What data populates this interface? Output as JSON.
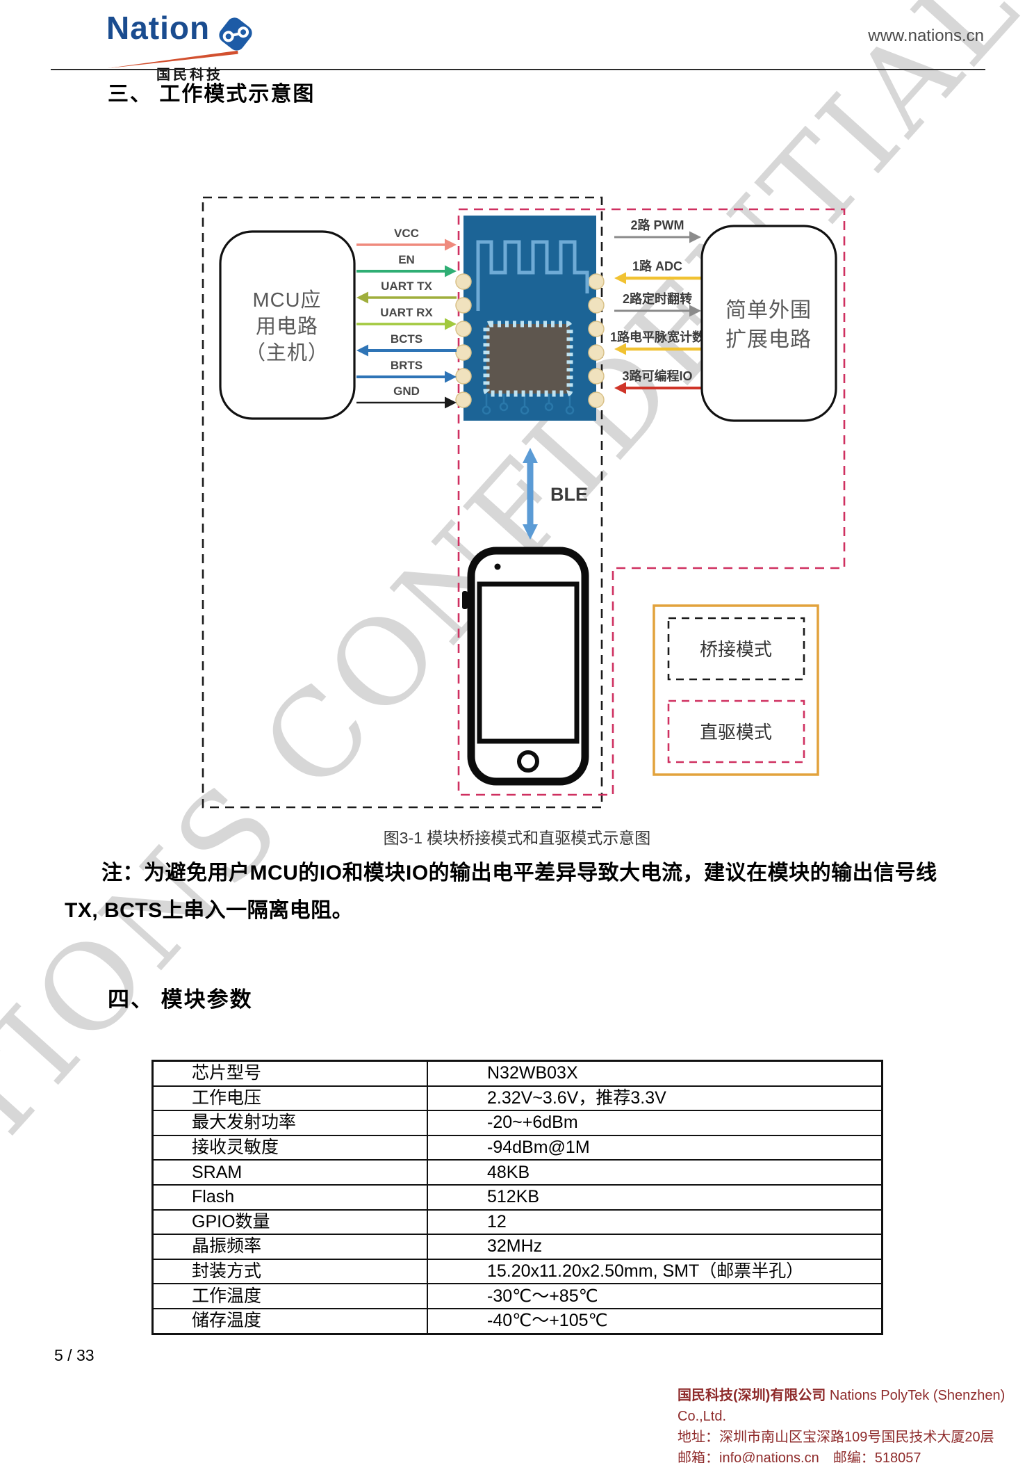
{
  "header": {
    "logo_text": "Nation",
    "logo_sub": "国民科技",
    "website": "www.nations.cn"
  },
  "sections": {
    "working_mode_title": "三、 工作模式示意图",
    "params_title": "四、 模块参数"
  },
  "diagram": {
    "mcu_box": {
      "line1": "MCU应",
      "line2": "用电路",
      "line3": "（主机）"
    },
    "peripheral_box": {
      "line1": "简单外围",
      "line2": "扩展电路"
    },
    "left_signals": [
      {
        "label": "VCC",
        "dir": "right",
        "color": "#ef8a7d",
        "thickness": 3.5
      },
      {
        "label": "EN",
        "dir": "right",
        "color": "#2fae74",
        "thickness": 4
      },
      {
        "label": "UART TX",
        "dir": "left",
        "color": "#9fae3c",
        "thickness": 3.5
      },
      {
        "label": "UART RX",
        "dir": "right",
        "color": "#a2c93e",
        "thickness": 3.5
      },
      {
        "label": "BCTS",
        "dir": "left",
        "color": "#2e74b6",
        "thickness": 4
      },
      {
        "label": "BRTS",
        "dir": "right",
        "color": "#2e74b6",
        "thickness": 4
      },
      {
        "label": "GND",
        "dir": "right",
        "color": "#1a1a1a",
        "thickness": 2.5
      }
    ],
    "right_signals": [
      {
        "label": "2路 PWM",
        "dir": "right",
        "color": "#8b8b8b",
        "thickness": 3
      },
      {
        "label": "1路 ADC",
        "dir": "left",
        "color": "#f1c232",
        "thickness": 4.5
      },
      {
        "label": "2路定时翻转",
        "dir": "right",
        "color": "#8b8b8b",
        "thickness": 3
      },
      {
        "label": "1路电平脉宽计数",
        "dir": "left",
        "color": "#f1c232",
        "thickness": 4.5
      },
      {
        "label": "3路可编程IO",
        "dir": "left",
        "color": "#cf3428",
        "thickness": 4
      }
    ],
    "ble_label": "BLE",
    "legend": {
      "bridge_label": "桥接模式",
      "direct_label": "直驱模式"
    },
    "colors": {
      "bridge_dash": "#1a1a1a",
      "direct_dash": "#cf3060",
      "legend_frame": "#e2a23c",
      "pcb": "#1c6496",
      "ble_arrow": "#5b9bd5"
    }
  },
  "caption": "图3-1 模块桥接模式和直驱模式示意图",
  "note": {
    "line1": "注：为避免用户MCU的IO和模块IO的输出电平差异导致大电流，建议在模块的输出信号线",
    "line2": "TX, BCTS上串入一隔离电阻。"
  },
  "table": {
    "rows": [
      {
        "param": "芯片型号",
        "value": "N32WB03X"
      },
      {
        "param": "工作电压",
        "value": "2.32V~3.6V，推荐3.3V"
      },
      {
        "param": "最大发射功率",
        "value": "-20~+6dBm"
      },
      {
        "param": "接收灵敏度",
        "value": "-94dBm@1M"
      },
      {
        "param": "SRAM",
        "value": "48KB"
      },
      {
        "param": "Flash",
        "value": "512KB"
      },
      {
        "param": "GPIO数量",
        "value": "12"
      },
      {
        "param": "晶振频率",
        "value": "32MHz"
      },
      {
        "param": "封装方式",
        "value": "15.20x11.20x2.50mm, SMT（邮票半孔）"
      },
      {
        "param": "工作温度",
        "value": "-30℃～+85℃"
      },
      {
        "param": "储存温度",
        "value": "-40℃～+105℃"
      }
    ]
  },
  "page_number": "5 / 33",
  "footer": {
    "company_cn": "国民科技(深圳)有限公司",
    "company_en": " Nations PolyTek (Shenzhen) Co.,Ltd.",
    "address": "地址：深圳市南山区宝深路109号国民技术大厦20层",
    "email": "邮箱：info@nations.cn",
    "zip": "　邮编：518057"
  },
  "watermark": "NATIONS CONFIDENTIAL"
}
